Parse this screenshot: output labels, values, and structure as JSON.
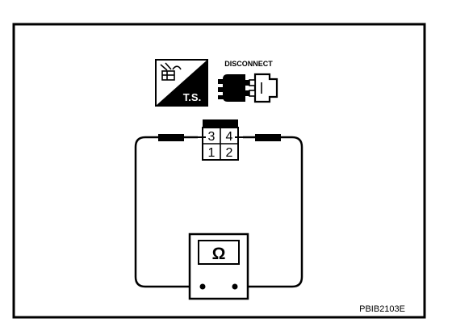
{
  "icons": {
    "tester_symbol": {
      "label": "T.S.",
      "icon": "tester-icon"
    },
    "disconnect_symbol": {
      "label": "DISCONNECT",
      "icon": "disconnect-connector-icon"
    }
  },
  "connector": {
    "terminals": [
      "3",
      "4",
      "1",
      "2"
    ],
    "icon": "connector-face-icon"
  },
  "meter": {
    "symbol": "Ω",
    "icon": "ohmmeter-icon"
  },
  "figure_code": "PBIB2103E",
  "colors": {
    "ink": "#000000",
    "paper": "#ffffff"
  }
}
